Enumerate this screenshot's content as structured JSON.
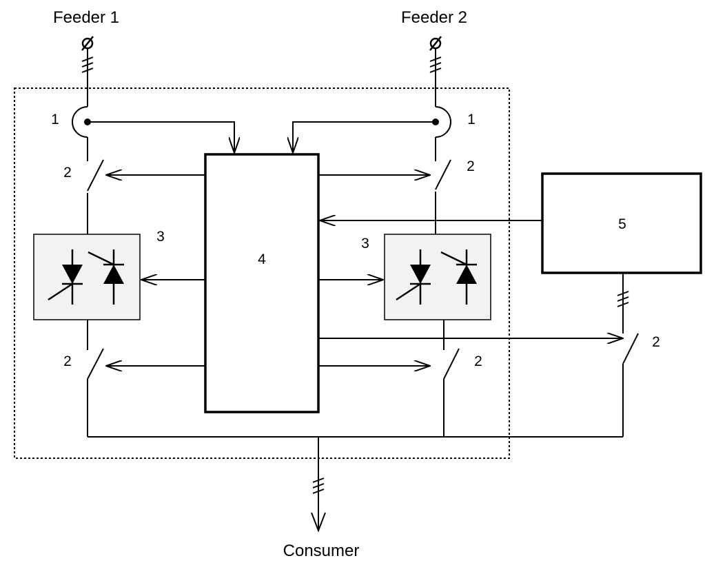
{
  "labels": {
    "feeder1": "Feeder 1",
    "feeder2": "Feeder 2",
    "consumer": "Consumer",
    "sensor_left": "1",
    "sensor_right": "1",
    "switch_top_left": "2",
    "switch_top_right": "2",
    "switch_bottom_left": "2",
    "switch_bottom_right": "2",
    "switch_far_right": "2",
    "thyristor_left": "3",
    "thyristor_right": "3",
    "controller": "4",
    "unit5": "5"
  },
  "colors": {
    "stroke": "#000000",
    "block_fill": "#f2f2f2",
    "background": "#ffffff"
  }
}
